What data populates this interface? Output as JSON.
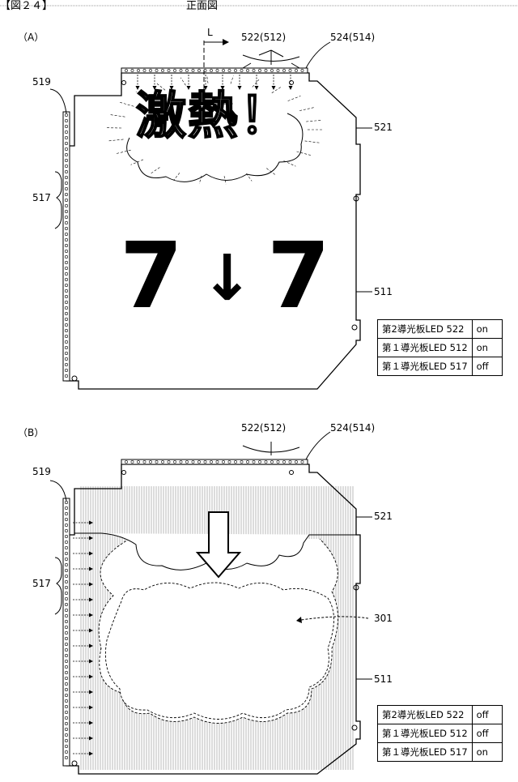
{
  "header": {
    "figure_no": "【図２４】",
    "view": "正面図"
  },
  "panel_a": {
    "tag": "（A）",
    "labels": {
      "section": "L",
      "l522": "522(512)",
      "l524": "524(514)",
      "l519": "519",
      "l521": "521",
      "l517": "517",
      "l511": "511"
    },
    "display_text": "激熱！",
    "reel": {
      "left": "7",
      "arrow": "↓",
      "right": "7"
    },
    "status": [
      {
        "name": "第2導光板LED 522",
        "state": "on"
      },
      {
        "name": "第１導光板LED 512",
        "state": "on"
      },
      {
        "name": "第１導光板LED 517",
        "state": "off"
      }
    ]
  },
  "panel_b": {
    "tag": "（B）",
    "labels": {
      "l522": "522(512)",
      "l524": "524(514)",
      "l519": "519",
      "l521": "521",
      "l517": "517",
      "l301": "301",
      "l511": "511"
    },
    "status": [
      {
        "name": "第2導光板LED 522",
        "state": "off"
      },
      {
        "name": "第１導光板LED 512",
        "state": "off"
      },
      {
        "name": "第１導光板LED 517",
        "state": "on"
      }
    ]
  }
}
